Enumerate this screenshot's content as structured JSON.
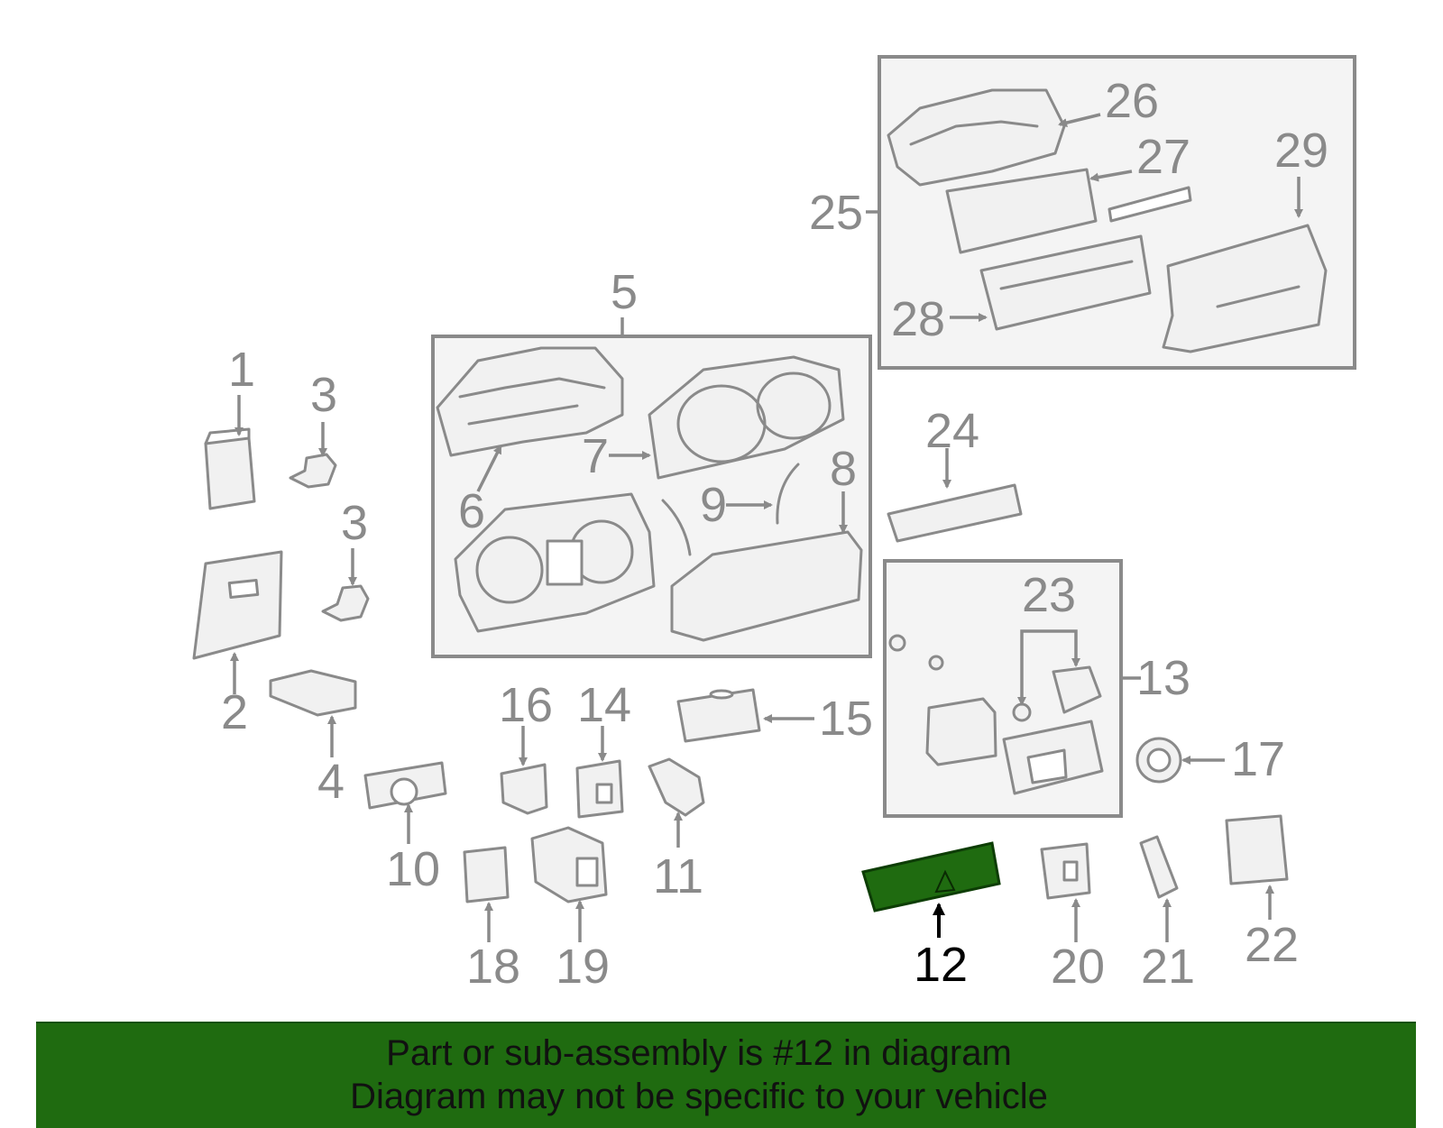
{
  "colors": {
    "accent": "#1f6b10",
    "label": "#8a8a8a",
    "highlight_label": "#000000",
    "box_fill": "#f4f4f4"
  },
  "callouts": {
    "c1": "1",
    "c2": "2",
    "c3a": "3",
    "c3b": "3",
    "c4": "4",
    "c5": "5",
    "c6": "6",
    "c7": "7",
    "c8": "8",
    "c9": "9",
    "c10": "10",
    "c11": "11",
    "c12": "12",
    "c13": "13",
    "c14": "14",
    "c15": "15",
    "c16": "16",
    "c17": "17",
    "c18": "18",
    "c19": "19",
    "c20": "20",
    "c21": "21",
    "c22": "22",
    "c23": "23",
    "c24": "24",
    "c25": "25",
    "c26": "26",
    "c27": "27",
    "c28": "28",
    "c29": "29"
  },
  "highlighted_part": "12",
  "banner": {
    "line1": "Part or sub-assembly is #12 in diagram",
    "line2": "Diagram may not be specific to your vehicle"
  }
}
